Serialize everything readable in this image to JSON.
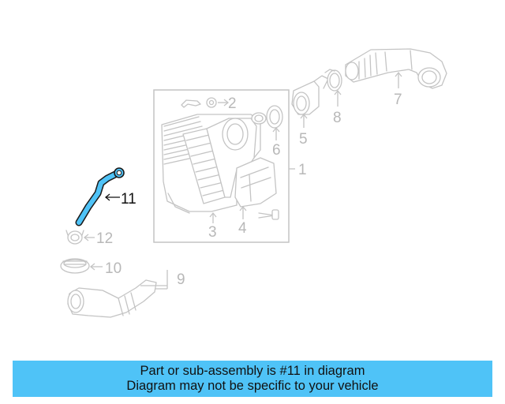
{
  "diagram": {
    "callouts": [
      {
        "id": "1",
        "label": "1",
        "highlighted": false
      },
      {
        "id": "2",
        "label": "2",
        "highlighted": false
      },
      {
        "id": "3",
        "label": "3",
        "highlighted": false
      },
      {
        "id": "4",
        "label": "4",
        "highlighted": false
      },
      {
        "id": "5",
        "label": "5",
        "highlighted": false
      },
      {
        "id": "6",
        "label": "6",
        "highlighted": false
      },
      {
        "id": "7",
        "label": "7",
        "highlighted": false
      },
      {
        "id": "8",
        "label": "8",
        "highlighted": false
      },
      {
        "id": "9",
        "label": "9",
        "highlighted": false
      },
      {
        "id": "10",
        "label": "10",
        "highlighted": false
      },
      {
        "id": "11",
        "label": "11",
        "highlighted": true
      },
      {
        "id": "12",
        "label": "12",
        "highlighted": false
      }
    ],
    "highlight_color": "#4fc3f7",
    "ghost_color": "#c4c4c4"
  },
  "banner": {
    "line1": "Part or sub-assembly is #11 in diagram",
    "line2": "Diagram may not be specific to your vehicle",
    "background": "#4fc3f7"
  }
}
